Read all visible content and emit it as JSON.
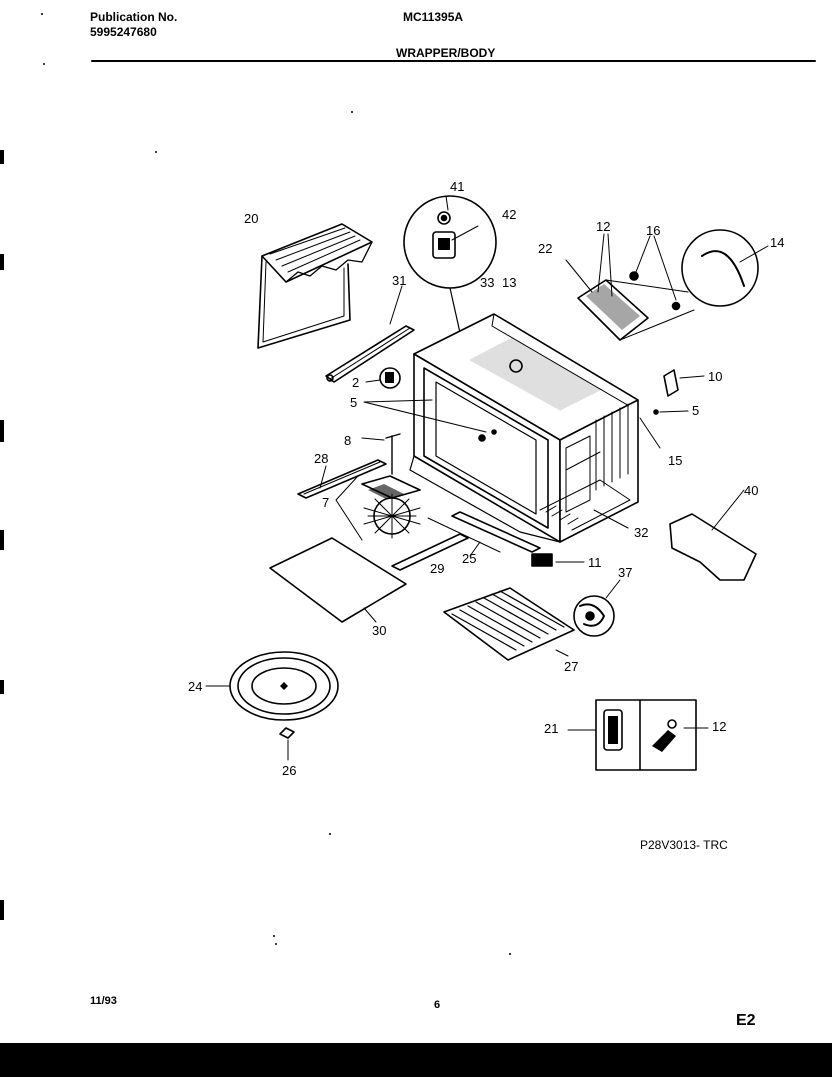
{
  "header": {
    "publication_label": "Publication No.",
    "publication_number": "5995247680",
    "model": "MC11395A",
    "section_title": "WRAPPER/BODY"
  },
  "part_labels": {
    "p41": "41",
    "p42": "42",
    "p20": "20",
    "p12a": "12",
    "p16": "16",
    "p14": "14",
    "p22": "22",
    "p31": "31",
    "p33": "33",
    "p13": "13",
    "p2": "2",
    "p10": "10",
    "p5a": "5",
    "p5b": "5",
    "p8": "8",
    "p15": "15",
    "p28": "28",
    "p7": "7",
    "p40": "40",
    "p32": "32",
    "p25": "25",
    "p11": "11",
    "p29": "29",
    "p37": "37",
    "p30": "30",
    "p27": "27",
    "p24": "24",
    "p26": "26",
    "p21": "21",
    "p12b": "12"
  },
  "drawing_code": "P28V3013- TRC",
  "footer": {
    "date": "11/93",
    "page": "6",
    "section_code": "E2"
  }
}
